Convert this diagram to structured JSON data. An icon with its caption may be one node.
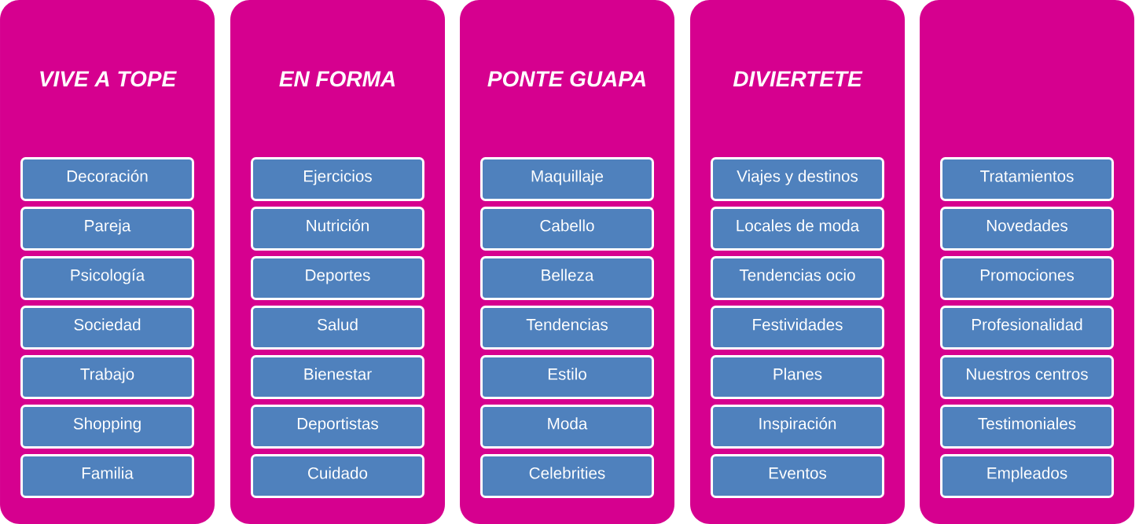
{
  "diagram": {
    "nodes": [
      {
        "text": [
          "VIVE A TOPE"
        ]
      },
      {
        "text": [
          "Decoración"
        ],
        "in": 0
      },
      {
        "text": [
          "Pareja"
        ],
        "in": 0
      },
      {
        "text": [
          "Psicología"
        ],
        "in": 0
      },
      {
        "text": [
          "Sociedad"
        ],
        "in": 0
      },
      {
        "text": [
          "Trabajo"
        ],
        "in": 0
      },
      {
        "text": [
          "Shopping"
        ],
        "in": 0
      },
      {
        "text": [
          "Familia"
        ],
        "in": 0
      },
      {
        "text": [
          "EN FORMA"
        ]
      },
      {
        "text": [
          "Ejercicios"
        ],
        "in": 8
      },
      {
        "text": [
          "Nutrición"
        ],
        "in": 8
      },
      {
        "text": [
          "Deportes"
        ],
        "in": 8
      },
      {
        "text": [
          "Salud"
        ],
        "in": 8
      },
      {
        "text": [
          "Bienestar"
        ],
        "in": 8
      },
      {
        "text": [
          "Deportistas"
        ],
        "in": 8
      },
      {
        "text": [
          "Cuidado"
        ],
        "in": 8
      },
      {
        "text": [
          "PONTE GUAPA"
        ]
      },
      {
        "text": [
          "Maquillaje"
        ],
        "in": 16
      },
      {
        "text": [
          "Cabello"
        ],
        "in": 16
      },
      {
        "text": [
          "Belleza"
        ],
        "in": 16
      },
      {
        "text": [
          "Tendencias"
        ],
        "in": 16
      },
      {
        "text": [
          "Estilo"
        ],
        "in": 16
      },
      {
        "text": [
          "Moda"
        ],
        "in": 16
      },
      {
        "text": [
          "Celebrities"
        ],
        "in": 16
      },
      {
        "text": [
          "DIVIERTETE"
        ]
      },
      {
        "text": [
          "Viajes y destinos"
        ],
        "in": 24
      },
      {
        "text": [
          "Locales de moda"
        ],
        "in": 24
      },
      {
        "text": [
          "Tendencias  ocio"
        ],
        "in": 24
      },
      {
        "text": [
          "Festividades"
        ],
        "in": 24
      },
      {
        "text": [
          "Planes"
        ],
        "in": 24
      },
      {
        "text": [
          "Inspiración"
        ],
        "in": 24
      },
      {
        "text": [
          "Eventos"
        ],
        "in": 24
      },
      {
        "text": [],
        "shape": "box"
      },
      {
        "text": [
          "Tratamientos"
        ],
        "in": 32
      },
      {
        "text": [
          "Novedades"
        ],
        "in": 32
      },
      {
        "text": [
          "Promociones"
        ],
        "in": 32
      },
      {
        "text": [
          "Profesionalidad"
        ],
        "in": 32
      },
      {
        "text": [
          "Nuestros centros"
        ],
        "in": 32
      },
      {
        "text": [
          "Testimoniales"
        ],
        "in": 32
      },
      {
        "text": [
          "Empleados"
        ],
        "in": 32
      }
    ]
  }
}
